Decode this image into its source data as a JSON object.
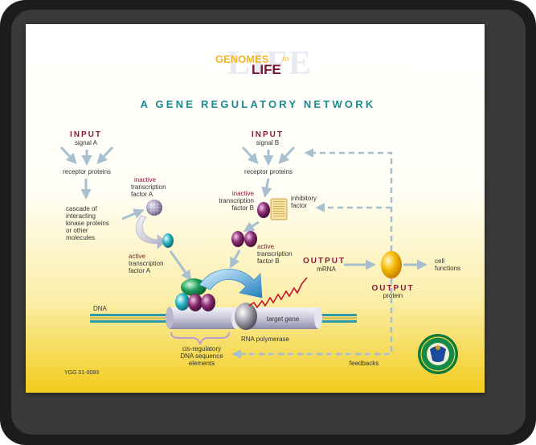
{
  "logo": {
    "word1": "GENOMES",
    "word2": "to",
    "word3": "LIFE"
  },
  "title": "A GENE REGULATORY NETWORK",
  "left": {
    "input_label": "INPUT",
    "signal": "signal A",
    "receptor": "receptor proteins",
    "cascade": [
      "cascade of",
      "interacting",
      "kinase proteins",
      "or other",
      "molecules"
    ],
    "inactive_tf": [
      "inactive",
      "transcription",
      "factor A"
    ],
    "active_tf": [
      "active",
      "transcription",
      "factor A"
    ]
  },
  "right": {
    "input_label": "INPUT",
    "signal": "signal B",
    "receptor": "receptor proteins",
    "inactive_tf": [
      "inactive",
      "transcription",
      "factor B"
    ],
    "inhibitory": [
      "inhibitory",
      "factor"
    ],
    "active_tf": [
      "active",
      "transcription",
      "factor B"
    ]
  },
  "output_mrna": {
    "label": "OUTPUT",
    "sub": "mRNA"
  },
  "output_protein": {
    "label": "OUTPUT",
    "sub": "protein"
  },
  "cell_functions": [
    "cell",
    "functions"
  ],
  "dna": "DNA",
  "target_gene": "target gene",
  "rna_polymerase": "RNA polymerase",
  "cis": [
    "cis-regulatory",
    "DNA sequence",
    "elements"
  ],
  "feedbacks": "feedbacks",
  "code": "YGG 01-0083",
  "colors": {
    "accent_input": "#8b1a3a",
    "title_teal": "#1a8a8c",
    "arrow": "#a7bfcf",
    "text": "#333333"
  }
}
